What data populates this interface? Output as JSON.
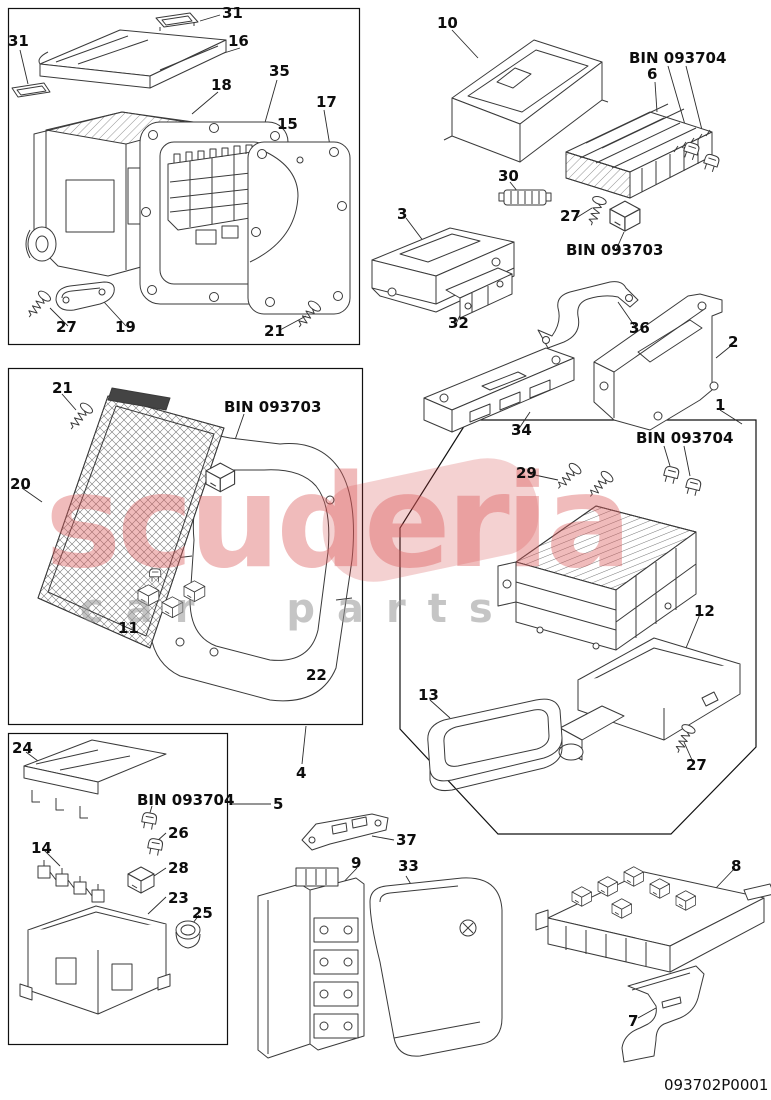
{
  "page": {
    "diagram_code": "093702P0001"
  },
  "watermark": {
    "line1": "scuderia",
    "line2": "car parts"
  },
  "callouts": [
    {
      "label": "31"
    },
    {
      "label": "16"
    },
    {
      "label": "31"
    },
    {
      "label": "18"
    },
    {
      "label": "35"
    },
    {
      "label": "15"
    },
    {
      "label": "17"
    },
    {
      "label": "27"
    },
    {
      "label": "19"
    },
    {
      "label": "21"
    },
    {
      "label": "10"
    },
    {
      "label": "6"
    },
    {
      "label": "30"
    },
    {
      "label": "27"
    },
    {
      "label": "3"
    },
    {
      "label": "32"
    },
    {
      "label": "36"
    },
    {
      "label": "2"
    },
    {
      "label": "34"
    },
    {
      "label": "1"
    },
    {
      "label": "21"
    },
    {
      "label": "20"
    },
    {
      "label": "11"
    },
    {
      "label": "22"
    },
    {
      "label": "4"
    },
    {
      "label": "29"
    },
    {
      "label": "12"
    },
    {
      "label": "13"
    },
    {
      "label": "27"
    },
    {
      "label": "24"
    },
    {
      "label": "5"
    },
    {
      "label": "14"
    },
    {
      "label": "26"
    },
    {
      "label": "28"
    },
    {
      "label": "23"
    },
    {
      "label": "25"
    },
    {
      "label": "37"
    },
    {
      "label": "9"
    },
    {
      "label": "33"
    },
    {
      "label": "8"
    },
    {
      "label": "7"
    }
  ],
  "bin_labels": [
    {
      "label": "BIN 093704"
    },
    {
      "label": "BIN 093703"
    },
    {
      "label": "BIN 093703"
    },
    {
      "label": "BIN 093704"
    },
    {
      "label": "BIN 093704"
    }
  ]
}
